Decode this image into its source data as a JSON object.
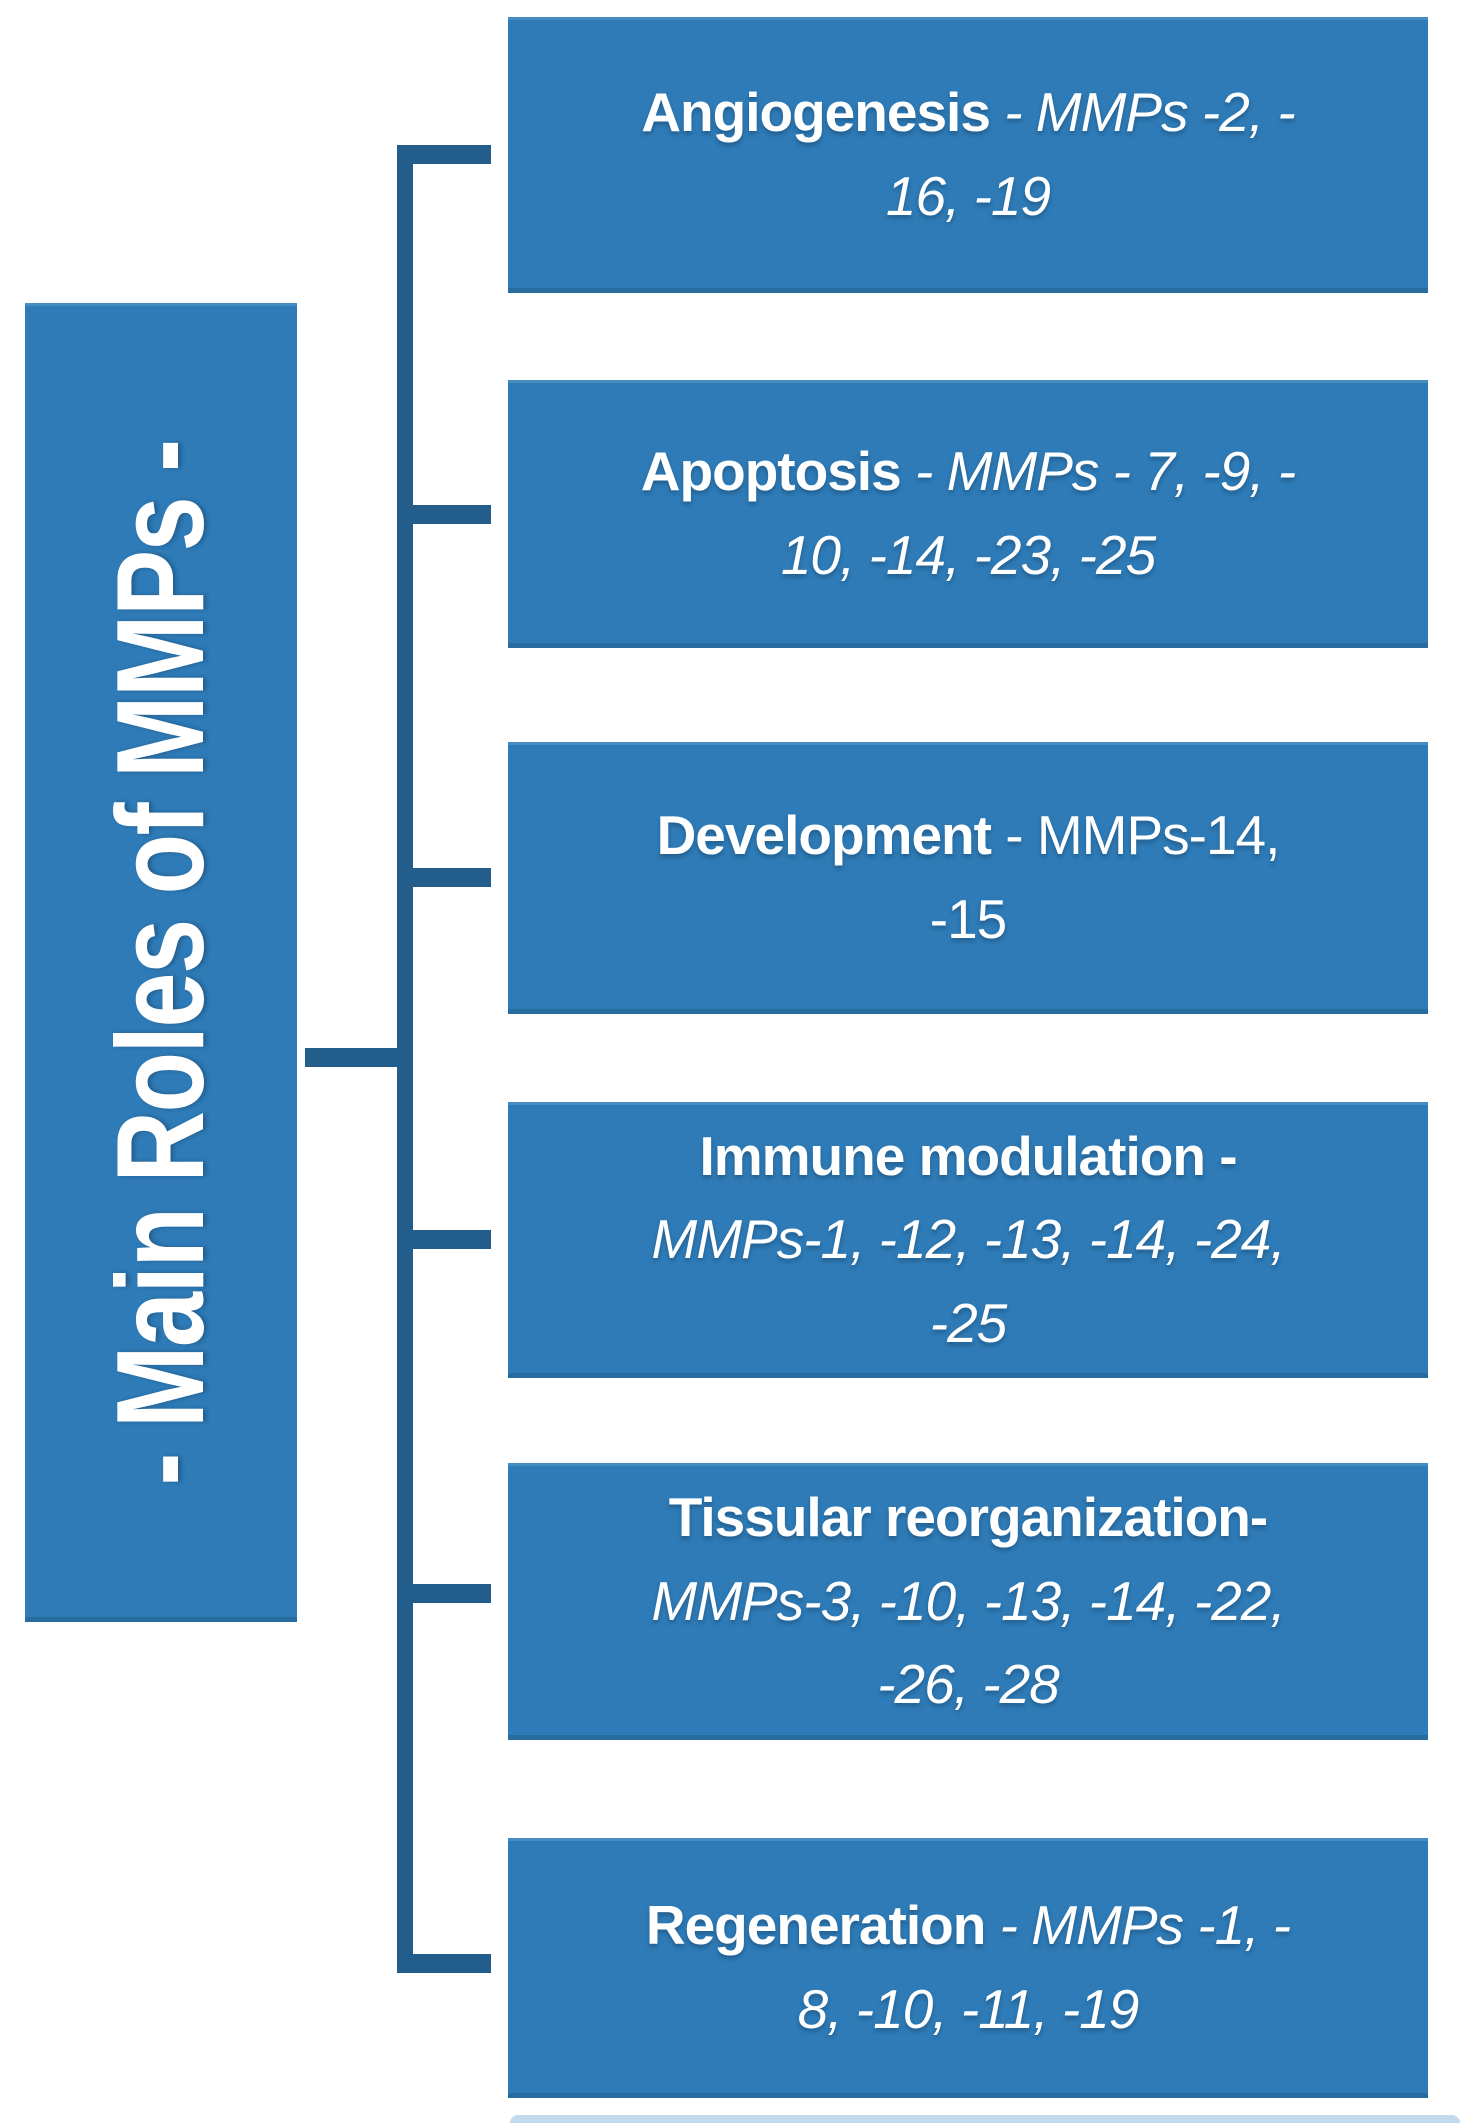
{
  "root": {
    "label": "- Main Roles of MMPs -"
  },
  "colors": {
    "box_fill": "#2e7bb7",
    "connector": "#235d8c",
    "text": "#ffffff",
    "background": "#ffffff",
    "bottom_strip": "#c3d9ec"
  },
  "boxes": [
    {
      "name": "Angiogenesis",
      "title": "Angiogenesis ",
      "mmps": "- MMPs -2, -\n16, -19",
      "mmps_class": "mmps italic"
    },
    {
      "name": "Apoptosis",
      "title": "Apoptosis ",
      "mmps": "- MMPs - 7, -9, -\n10, -14, -23, -25",
      "mmps_class": "mmps italic"
    },
    {
      "name": "Development",
      "title": "Development ",
      "mmps": "- MMPs-14,\n-15",
      "mmps_class": "mmps"
    },
    {
      "name": "Immune modulation",
      "title": "Immune modulation -",
      "mmps": "\nMMPs-1, -12, -13, -14, -24,\n-25",
      "mmps_class": "mmps italic"
    },
    {
      "name": "Tissular reorganization",
      "title": "Tissular reorganization-",
      "mmps": "\nMMPs-3, -10, -13, -14, -22,\n-26, -28",
      "mmps_class": "mmps italic"
    },
    {
      "name": "Regeneration",
      "title": "Regeneration ",
      "mmps": "- MMPs -1, -\n8, -10, -11, -19",
      "mmps_class": "mmps italic"
    }
  ]
}
